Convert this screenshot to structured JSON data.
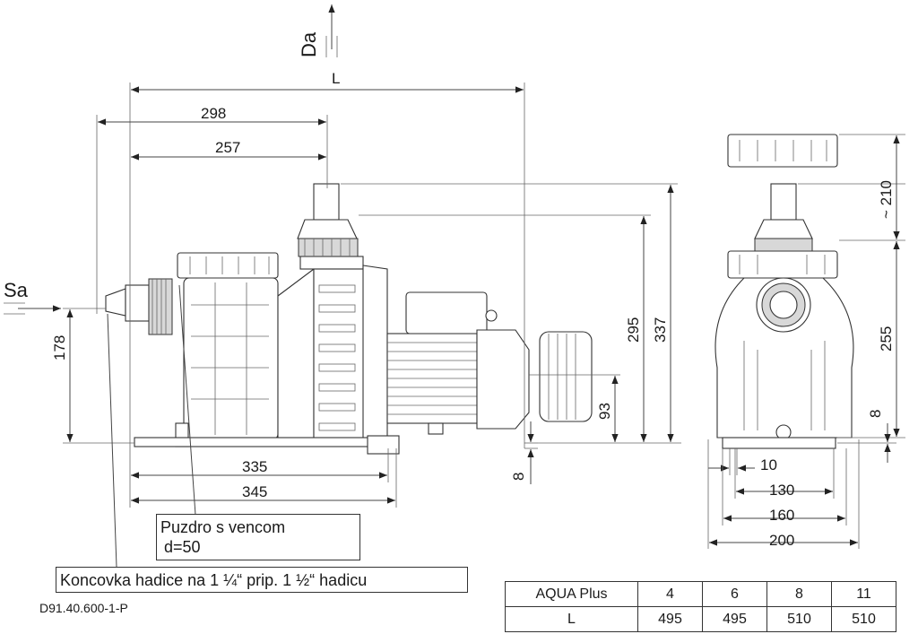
{
  "labels": {
    "da": "Da",
    "sa": "Sa",
    "l": "L"
  },
  "dimensions": {
    "d298": "298",
    "d257": "257",
    "d178": "178",
    "d335": "335",
    "d345": "345",
    "d8_left": "8",
    "d93": "93",
    "d295": "295",
    "d337": "337",
    "d210": "~ 210",
    "d255": "255",
    "d8_right": "8",
    "d10": "10",
    "d130": "130",
    "d160": "160",
    "d200": "200"
  },
  "callouts": {
    "puzdro_line1": "Puzdro s vencom",
    "puzdro_line2": "d=50",
    "koncovka": "Koncovka hadice na 1 ¼“ prip. 1 ½“ hadicu"
  },
  "drawing_code": "D91.40.600-1-P",
  "table": {
    "header_label": "AQUA Plus",
    "models": [
      "4",
      "6",
      "8",
      "11"
    ],
    "row_label": "L",
    "values": [
      "495",
      "495",
      "510",
      "510"
    ]
  }
}
